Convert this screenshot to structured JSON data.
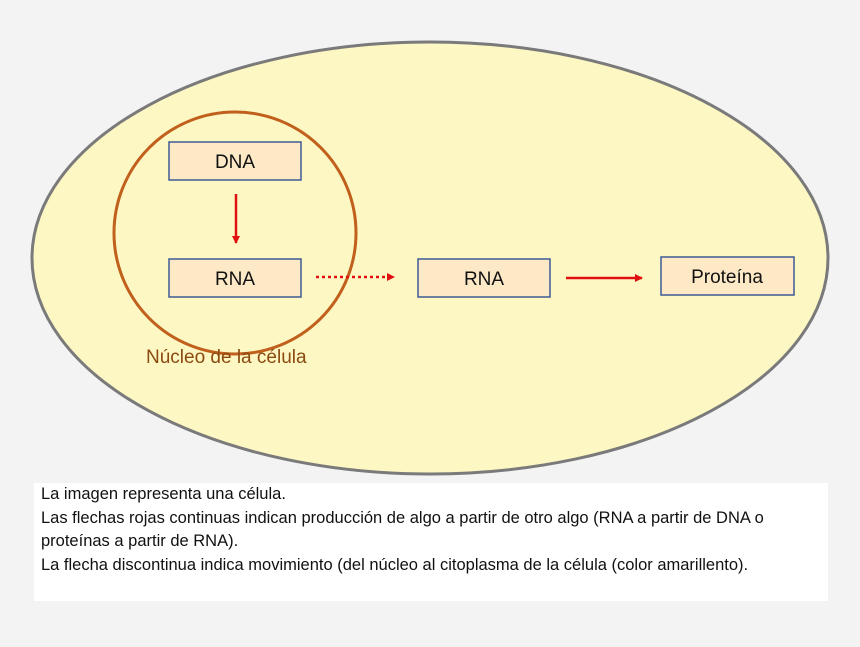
{
  "diagram": {
    "nodes": {
      "dna": "DNA",
      "rna_nucleus": "RNA",
      "rna_cytoplasm": "RNA",
      "protein": "Proteína"
    },
    "nucleus_label": "Núcleo de la célula",
    "colors": {
      "background": "#f3f3f3",
      "cell_fill": "#fdf7c3",
      "cell_stroke": "#7a7a7a",
      "nucleus_stroke": "#c0601c",
      "nucleus_label": "#8a4a10",
      "box_fill": "#fde9c6",
      "box_stroke": "#3e5a95",
      "arrow": "#e01010"
    }
  },
  "caption": {
    "lines": [
      "La imagen representa una célula.",
      "Las flechas rojas continuas indican producción de algo a partir de otro algo (RNA a partir de DNA o proteínas a partir de RNA).",
      "La flecha discontinua indica movimiento (del núcleo al citoplasma de la célula (color amarillento)."
    ]
  }
}
